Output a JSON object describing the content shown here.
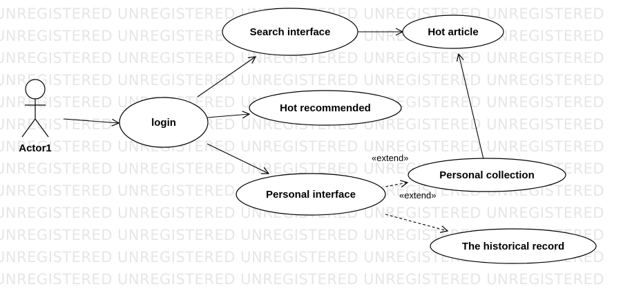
{
  "watermark": {
    "text": "UNREGISTERED UNREGISTERED UNREGISTERED UNREGISTERED UNREGISTERED"
  },
  "actor": {
    "label": "Actor1"
  },
  "use_cases": {
    "login": "login",
    "search": "Search interface",
    "hot_article": "Hot article",
    "hot_recommended": "Hot recommended",
    "personal_interface": "Personal interface",
    "personal_collection": "Personal collection",
    "historical_record": "The historical record"
  },
  "relations": {
    "extend_1": "«extend»",
    "extend_2": "«extend»"
  }
}
